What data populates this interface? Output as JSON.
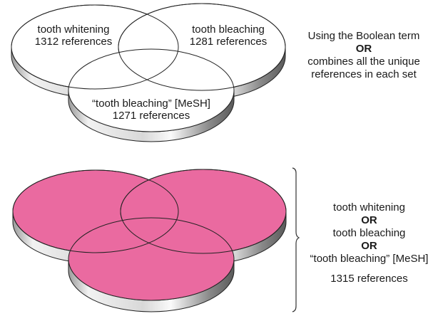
{
  "top_diagram": {
    "sets": [
      {
        "term": "tooth whitening",
        "count": "1312 references"
      },
      {
        "term": "tooth bleaching",
        "count": "1281 references"
      },
      {
        "term": "“tooth bleaching” [MeSH]",
        "count": "1271 references"
      }
    ],
    "fill_color": "#ffffff"
  },
  "note": {
    "line1": "Using the Boolean term",
    "operator": "OR",
    "line2": "combines all the unique",
    "line3": "references in each set"
  },
  "bottom_diagram": {
    "fill_color": "#ea6aa0"
  },
  "result": {
    "term1": "tooth whitening",
    "op1": "OR",
    "term2": "tooth bleaching",
    "op2": "OR",
    "term3": "“tooth bleaching” [MeSH]",
    "count": "1315 references"
  }
}
